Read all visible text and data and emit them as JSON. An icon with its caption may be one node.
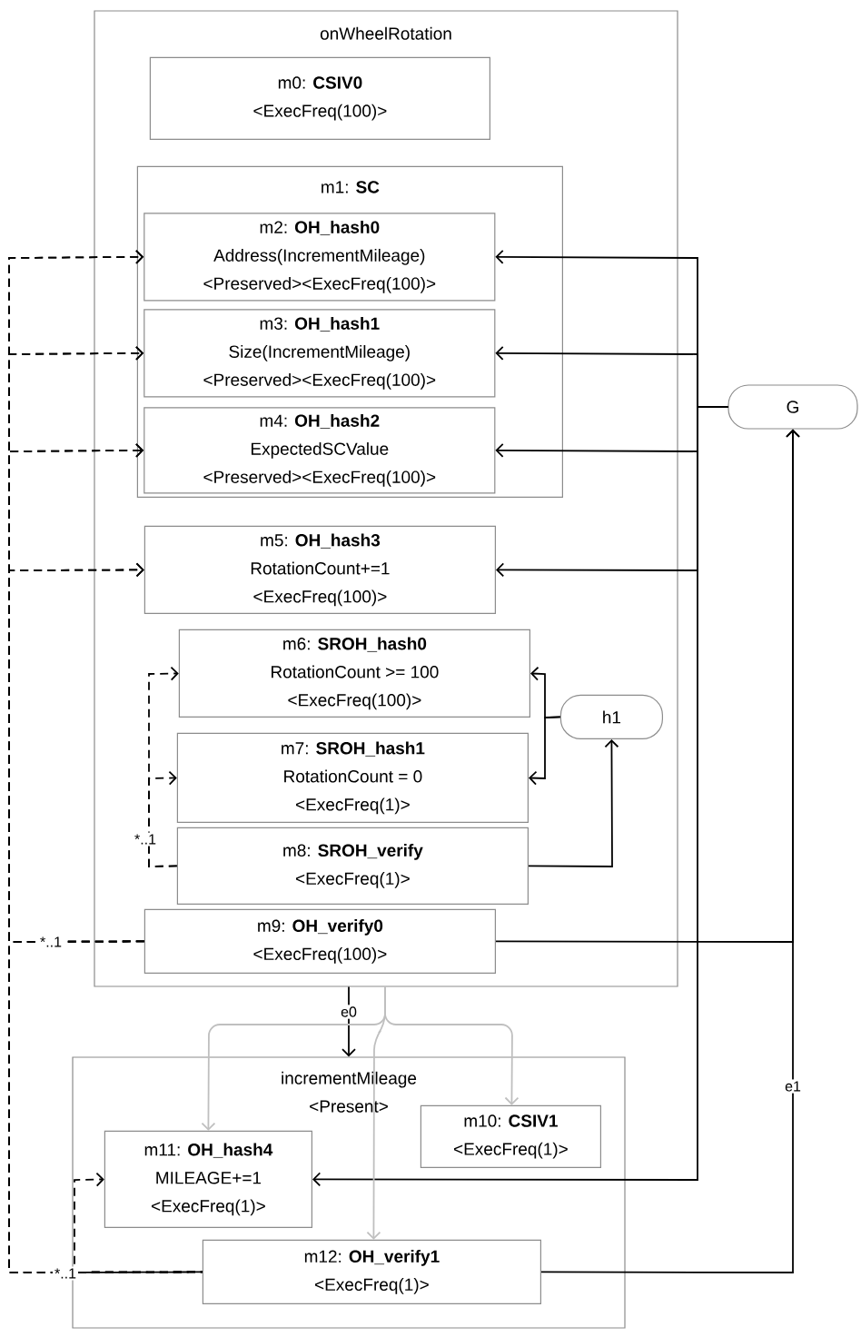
{
  "diagram": {
    "nodes": [
      {
        "text": [
          "onWheelRotation"
        ]
      },
      {
        "text": [
          "m0: **CSIV0**",
          "<ExecFreq(100)>"
        ],
        "in": 0
      },
      {
        "text": [
          "m1: **SC**"
        ],
        "in": 0
      },
      {
        "text": [
          "m2: **OH_hash0**",
          "Address(IncrementMileage)",
          "<Preserved><ExecFreq(100)>"
        ],
        "in": 2
      },
      {
        "text": [
          "m3: **OH_hash1**",
          "Size(IncrementMileage)",
          "<Preserved><ExecFreq(100)>"
        ],
        "in": 2
      },
      {
        "text": [
          "m4: **OH_hash2**",
          "ExpectedSCValue",
          "<Preserved><ExecFreq(100)>"
        ],
        "in": 2
      },
      {
        "text": [
          "m5: **OH_hash3**",
          "RotationCount+=1",
          "<ExecFreq(100)>"
        ],
        "in": 0
      },
      {
        "text": [
          "m6: **SROH_hash0**",
          "RotationCount >= 100",
          "<ExecFreq(100)>"
        ],
        "in": 0
      },
      {
        "text": [
          "m7: **SROH_hash1**",
          "RotationCount = 0",
          "<ExecFreq(1)>"
        ],
        "in": 0
      },
      {
        "text": [
          "m8: **SROH_verify**",
          "<ExecFreq(1)>"
        ],
        "in": 0
      },
      {
        "text": [
          "m9: **OH_verify0**",
          "<ExecFreq(100)>"
        ],
        "in": 0
      },
      {
        "text": [
          "incrementMileage",
          "<Present>"
        ]
      },
      {
        "text": [
          "m10: **CSIV1**",
          "<ExecFreq(1)>"
        ],
        "in": 11
      },
      {
        "text": [
          "m11: **OH_hash4**",
          "MILEAGE+=1",
          "<ExecFreq(1)>"
        ],
        "in": 11
      },
      {
        "text": [
          "m12: **OH_verify1**",
          "<ExecFreq(1)>"
        ],
        "in": 11
      },
      {
        "text": [
          "G"
        ]
      },
      {
        "text": [
          "h1"
        ],
        "in": 0
      }
    ],
    "edges": [
      {
        "from": 15,
        "to": 3,
        "arrow": "to"
      },
      {
        "from": 15,
        "to": 4,
        "arrow": "to"
      },
      {
        "from": 15,
        "to": 5,
        "arrow": "to"
      },
      {
        "from": 15,
        "to": 6,
        "arrow": "to"
      },
      {
        "from": 15,
        "to": 13,
        "arrow": "to"
      },
      {
        "from": 10,
        "to": 15,
        "arrow": "to"
      },
      {
        "from": 14,
        "to": 15,
        "arrow": "to",
        "label": "e1"
      },
      {
        "from": 9,
        "to": 16,
        "arrow": "to"
      },
      {
        "from": 16,
        "to": 7,
        "arrow": "to"
      },
      {
        "from": 16,
        "to": 8,
        "arrow": "to"
      },
      {
        "from": 9,
        "to": 7,
        "arrow": "to",
        "style": "dashed",
        "label": "*..1"
      },
      {
        "from": 9,
        "to": 8,
        "arrow": "to",
        "style": "dashed"
      },
      {
        "from": 10,
        "to": 3,
        "arrow": "to",
        "style": "dashed",
        "label": "*..1"
      },
      {
        "from": 10,
        "to": 4,
        "arrow": "to",
        "style": "dashed"
      },
      {
        "from": 10,
        "to": 5,
        "arrow": "to",
        "style": "dashed"
      },
      {
        "from": 10,
        "to": 6,
        "arrow": "to",
        "style": "dashed"
      },
      {
        "from": 14,
        "to": 13,
        "arrow": "to",
        "style": "dashed",
        "label": "*..1"
      },
      {
        "from": 14,
        "to": 3,
        "arrow": "to",
        "style": "dashed"
      },
      {
        "from": 14,
        "to": 4,
        "arrow": "to",
        "style": "dashed"
      },
      {
        "from": 14,
        "to": 5,
        "arrow": "to",
        "style": "dashed"
      },
      {
        "from": 14,
        "to": 6,
        "arrow": "to",
        "style": "dashed"
      },
      {
        "from": 0,
        "to": 11,
        "arrow": "to",
        "label": "e0"
      },
      {
        "from": 0,
        "to": 13,
        "arrow": "to",
        "color": "#bfbfbf"
      },
      {
        "from": 0,
        "to": 12,
        "arrow": "to",
        "color": "#bfbfbf"
      },
      {
        "from": 0,
        "to": 14,
        "arrow": "to",
        "color": "#bfbfbf"
      }
    ]
  }
}
